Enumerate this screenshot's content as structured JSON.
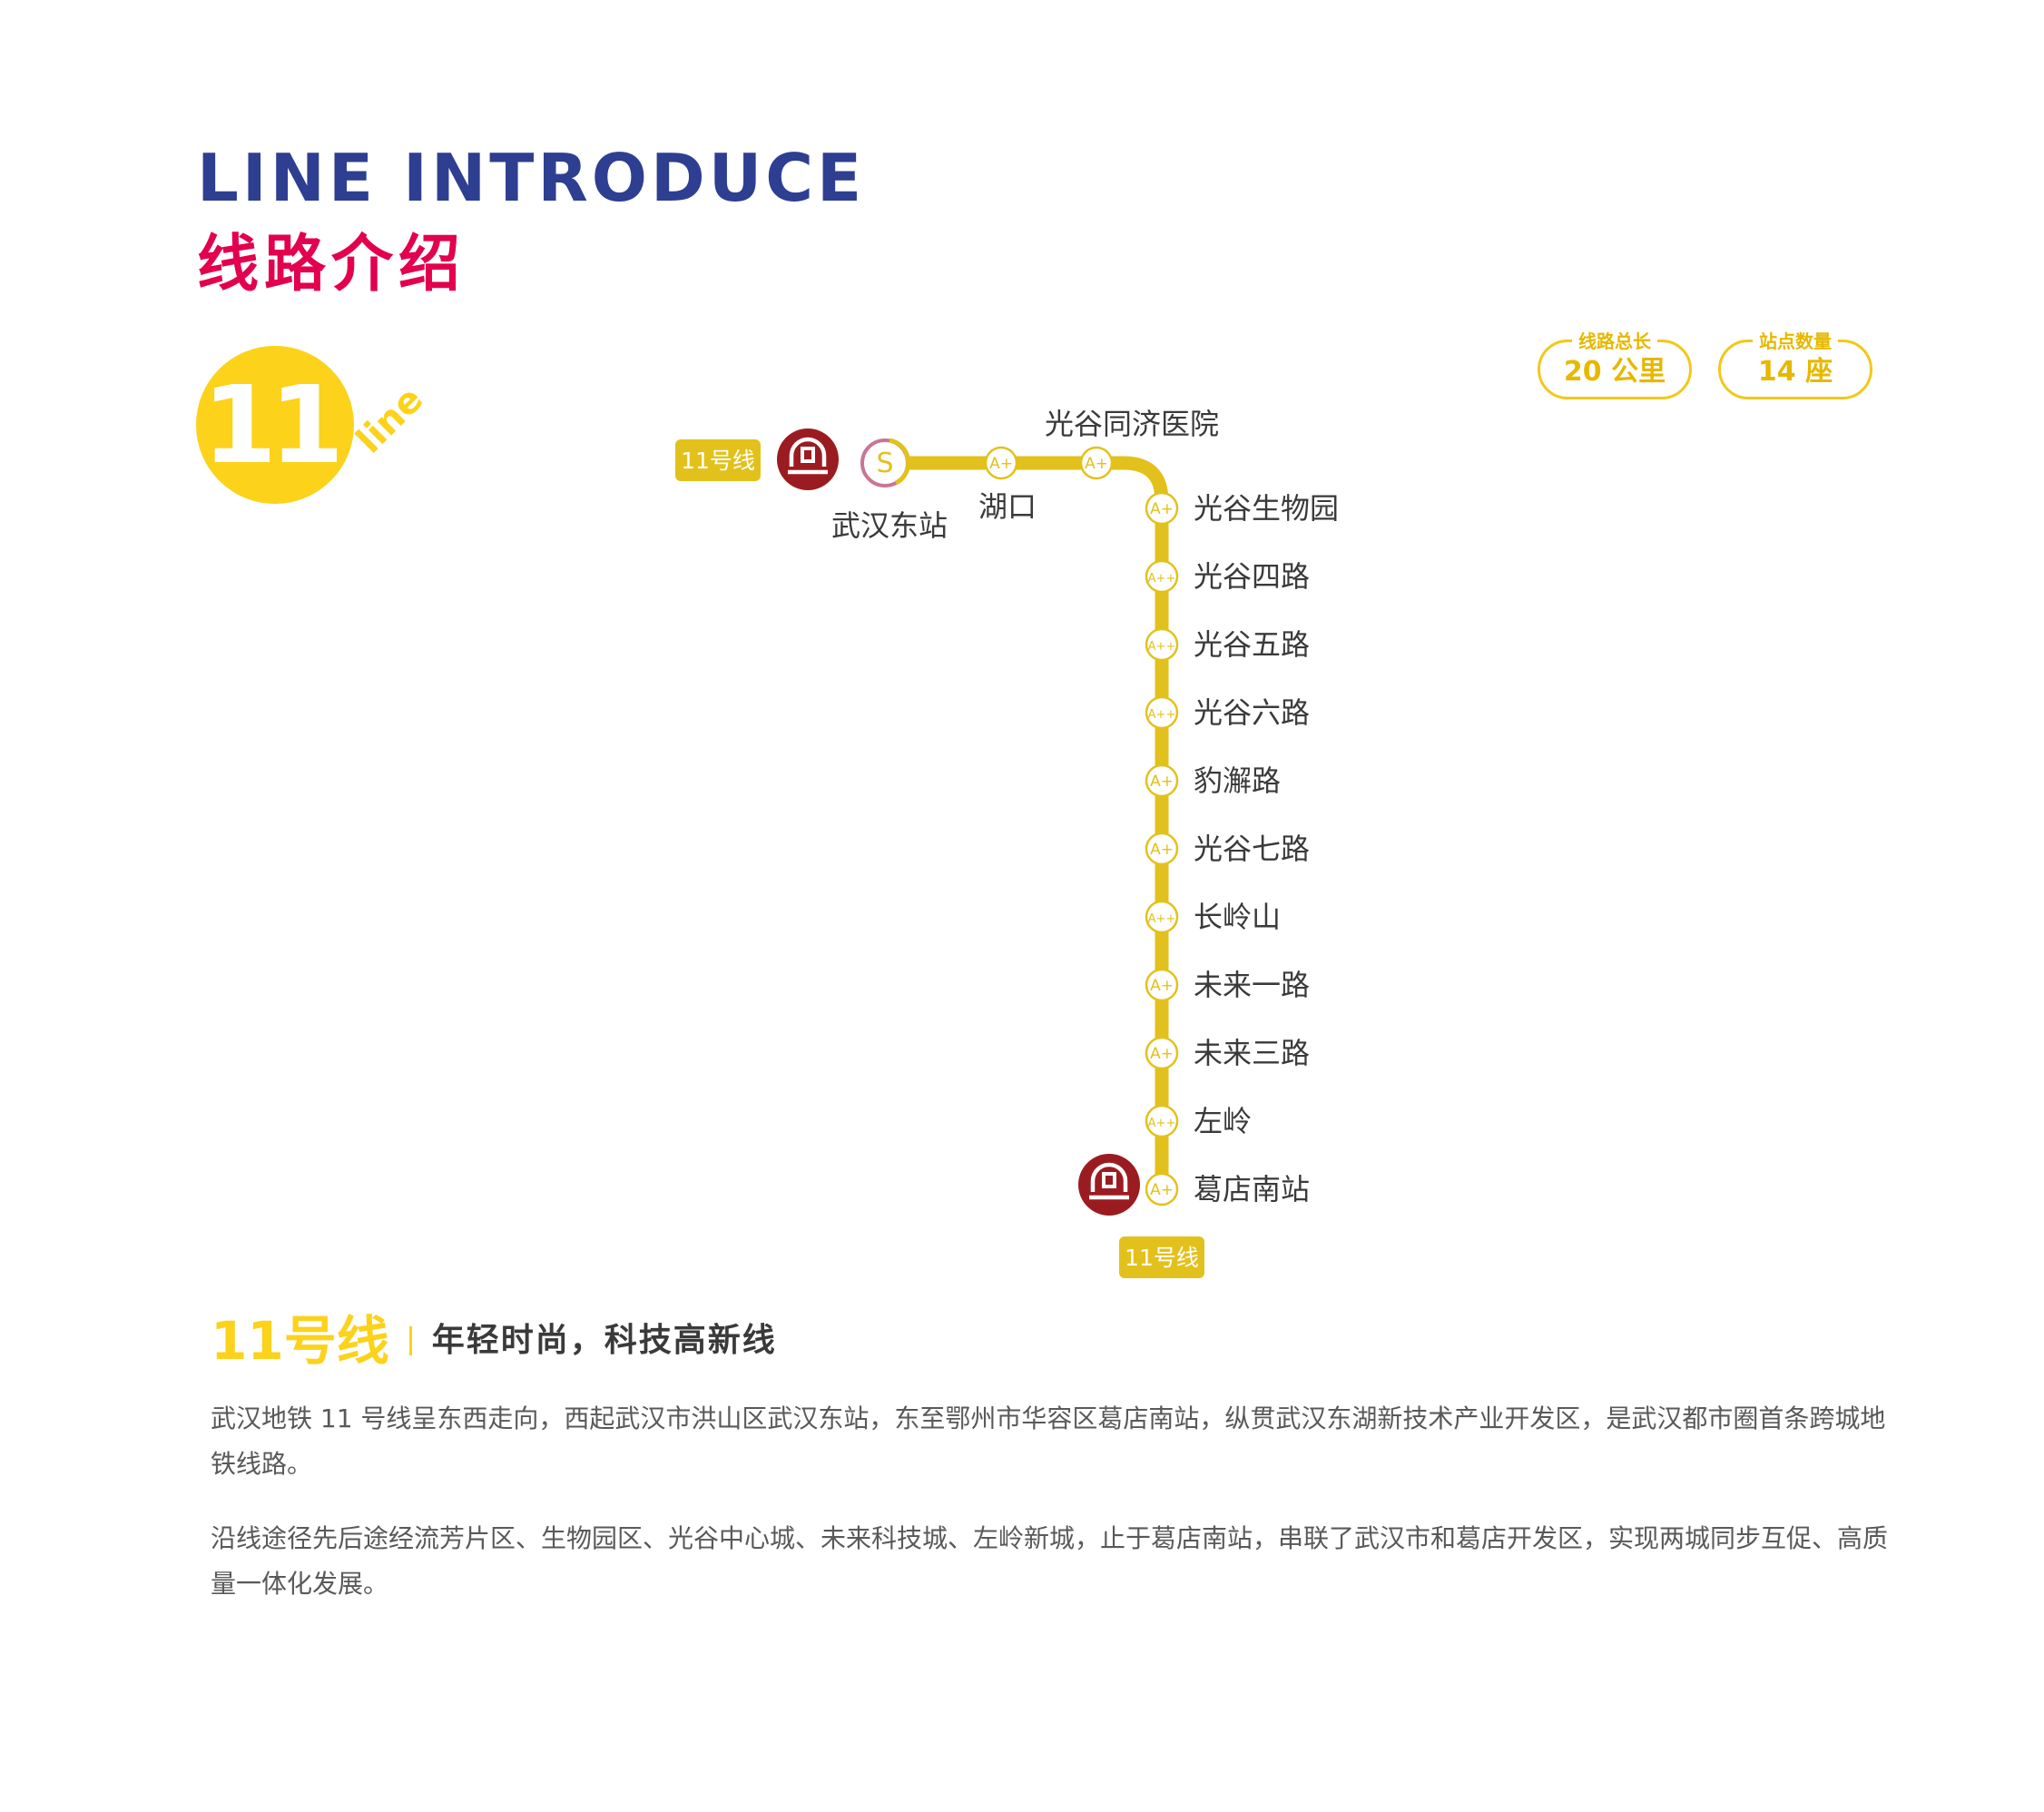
{
  "header": {
    "title_en": "LINE INTRODUCE",
    "title_zh": "线路介绍"
  },
  "badge": {
    "number": "11",
    "word": "line"
  },
  "stats": [
    {
      "label": "线路总长",
      "value": "20 公里"
    },
    {
      "label": "站点数量",
      "value": "14 座"
    }
  ],
  "line_tag": "11号线",
  "stations": [
    {
      "name": "武汉东站",
      "grade": "S"
    },
    {
      "name": "湖口",
      "grade": "A+"
    },
    {
      "name": "光谷同济医院",
      "grade": "A+"
    },
    {
      "name": "光谷生物园",
      "grade": "A+"
    },
    {
      "name": "光谷四路",
      "grade": "A++"
    },
    {
      "name": "光谷五路",
      "grade": "A++"
    },
    {
      "name": "光谷六路",
      "grade": "A++"
    },
    {
      "name": "豹澥路",
      "grade": "A+"
    },
    {
      "name": "光谷七路",
      "grade": "A+"
    },
    {
      "name": "长岭山",
      "grade": "A++"
    },
    {
      "name": "未来一路",
      "grade": "A+"
    },
    {
      "name": "未来三路",
      "grade": "A+"
    },
    {
      "name": "左岭",
      "grade": "A++"
    },
    {
      "name": "葛店南站",
      "grade": "A+"
    }
  ],
  "summary": {
    "line_name": "11号线",
    "slogan": "年轻时尚，科技高新线",
    "paragraphs": [
      "武汉地铁 11 号线呈东西走向，西起武汉市洪山区武汉东站，东至鄂州市华容区葛店南站，纵贯武汉东湖新技术产业开发区，是武汉都市圈首条跨城地铁线路。",
      "沿线途径先后途经流芳片区、生物园区、光谷中心城、未来科技城、左岭新城，止于葛店南站，串联了武汉市和葛店开发区，实现两城同步互促、高质量一体化发展。"
    ]
  },
  "colors": {
    "title_blue": "#2e3e91",
    "title_red": "#e2004f",
    "line_yellow": "#e3c11c",
    "badge_yellow": "#fcd21b",
    "rail_red": "#9b1c20"
  }
}
